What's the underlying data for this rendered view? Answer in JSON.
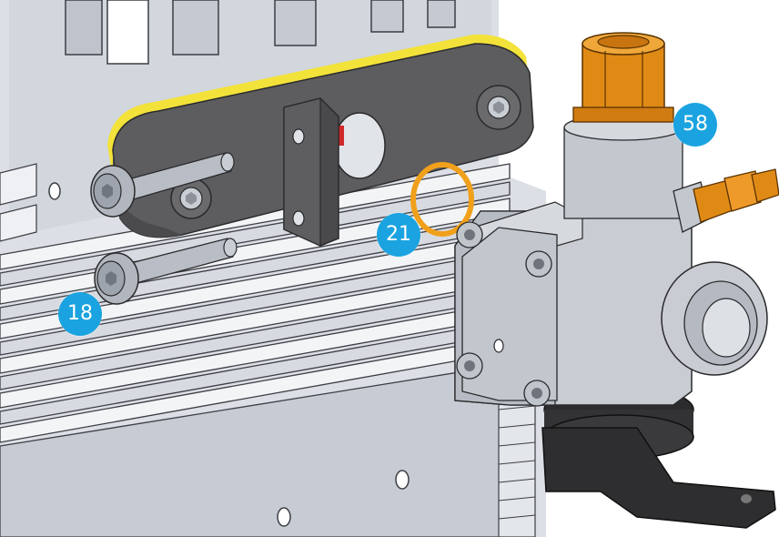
{
  "callouts": [
    {
      "label": "58"
    },
    {
      "label": "21"
    },
    {
      "label": "18"
    }
  ],
  "colors": {
    "callout": "#1aa3e0",
    "brass_fitting": "#e08a16",
    "o_ring": "#f0a01a",
    "arm_gray": "#5d5d5f",
    "housing_gray": "#c9cdd3",
    "yellow_edge": "#f2e23a",
    "red_marker": "#d0282b"
  }
}
